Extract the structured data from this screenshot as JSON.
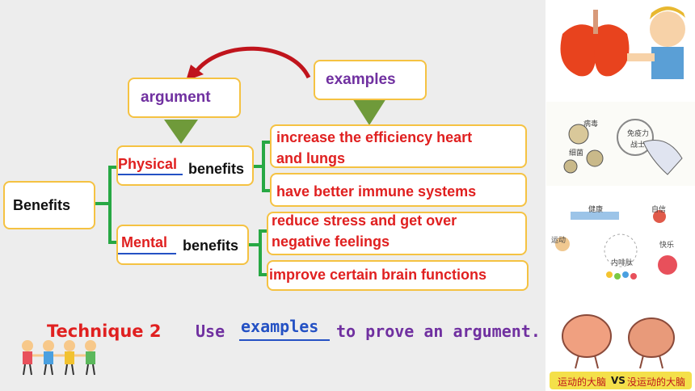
{
  "diagram": {
    "root": "Benefits",
    "argument_label": "argument",
    "examples_label": "examples",
    "physical": {
      "blank": "Physical",
      "suffix": "benefits"
    },
    "mental": {
      "blank": "Mental",
      "suffix": "benefits"
    },
    "physical_examples": [
      "increase the efficiency heart",
      "and lungs",
      "have better immune systems"
    ],
    "mental_examples": [
      "reduce stress and get over",
      "negative feelings",
      "improve certain brain functions"
    ]
  },
  "technique": {
    "label": "Technique 2",
    "use": "Use",
    "blank": "examples",
    "rest": "to prove an argument."
  },
  "images": {
    "img2_text": [
      "免疫力",
      "战士",
      "细菌",
      "病毒"
    ],
    "img3_text": [
      "健康",
      "自信",
      "快乐",
      "运动",
      "内啡肽"
    ],
    "img4_caption": {
      "left": "运动的大脑",
      "vs": "VS",
      "right": "没运动的大脑"
    }
  },
  "colors": {
    "box_border": "#f5c242",
    "red": "#e02020",
    "purple": "#7030a0",
    "green": "#27a844",
    "blue": "#2451c4"
  }
}
